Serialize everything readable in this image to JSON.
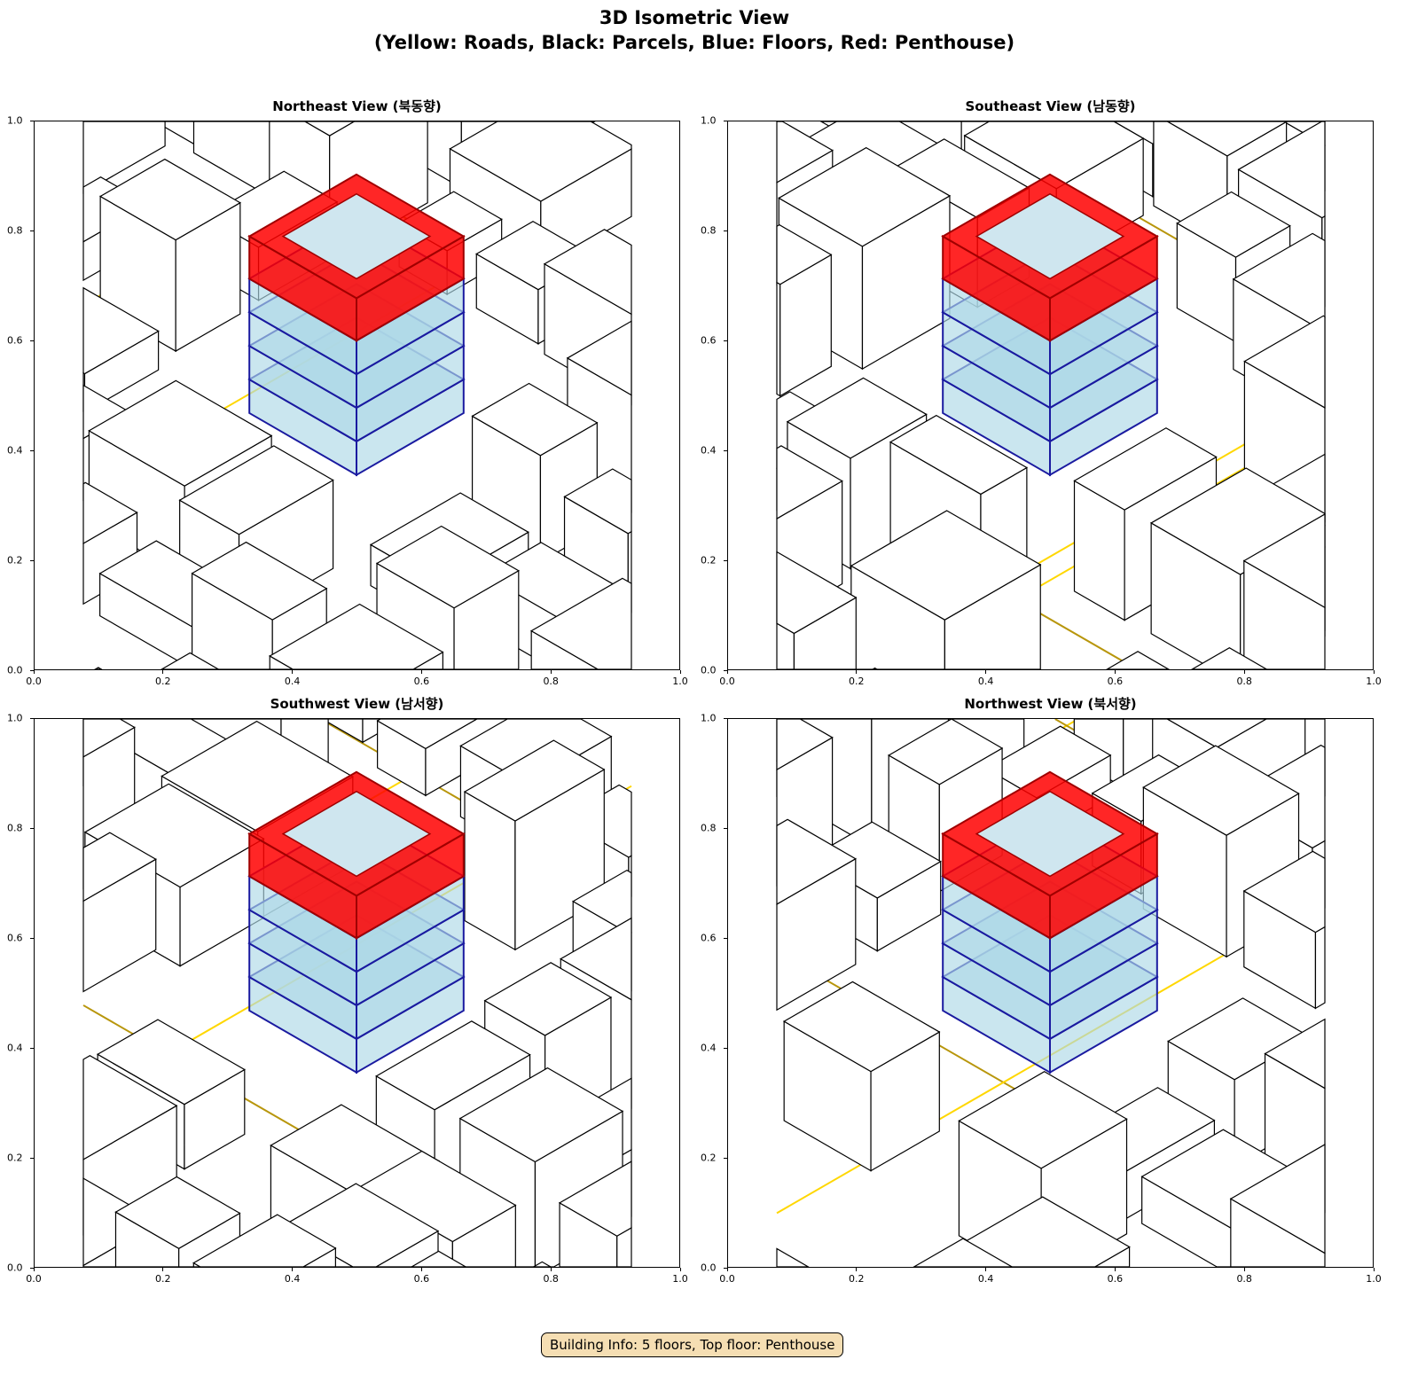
{
  "title_line1": "3D Isometric View",
  "title_line2": "(Yellow: Roads, Black: Parcels, Blue: Floors, Red: Penthouse)",
  "panels": [
    {
      "title": "Northeast View (북동향)"
    },
    {
      "title": "Southeast View (남동향)"
    },
    {
      "title": "Southwest View (남서향)"
    },
    {
      "title": "Northwest View (북서향)"
    }
  ],
  "ticks": [
    "0.0",
    "0.2",
    "0.4",
    "0.6",
    "0.8",
    "1.0"
  ],
  "info": "Building Info: 5 floors, Top floor: Penthouse",
  "building": {
    "floors": 5,
    "top_floor": "Penthouse"
  },
  "colors": {
    "roads": "#ffd700",
    "parcels": "#000000",
    "floors": "#add8e6",
    "floor_edges": "#1a1aa0",
    "penthouse": "#ff0000"
  }
}
